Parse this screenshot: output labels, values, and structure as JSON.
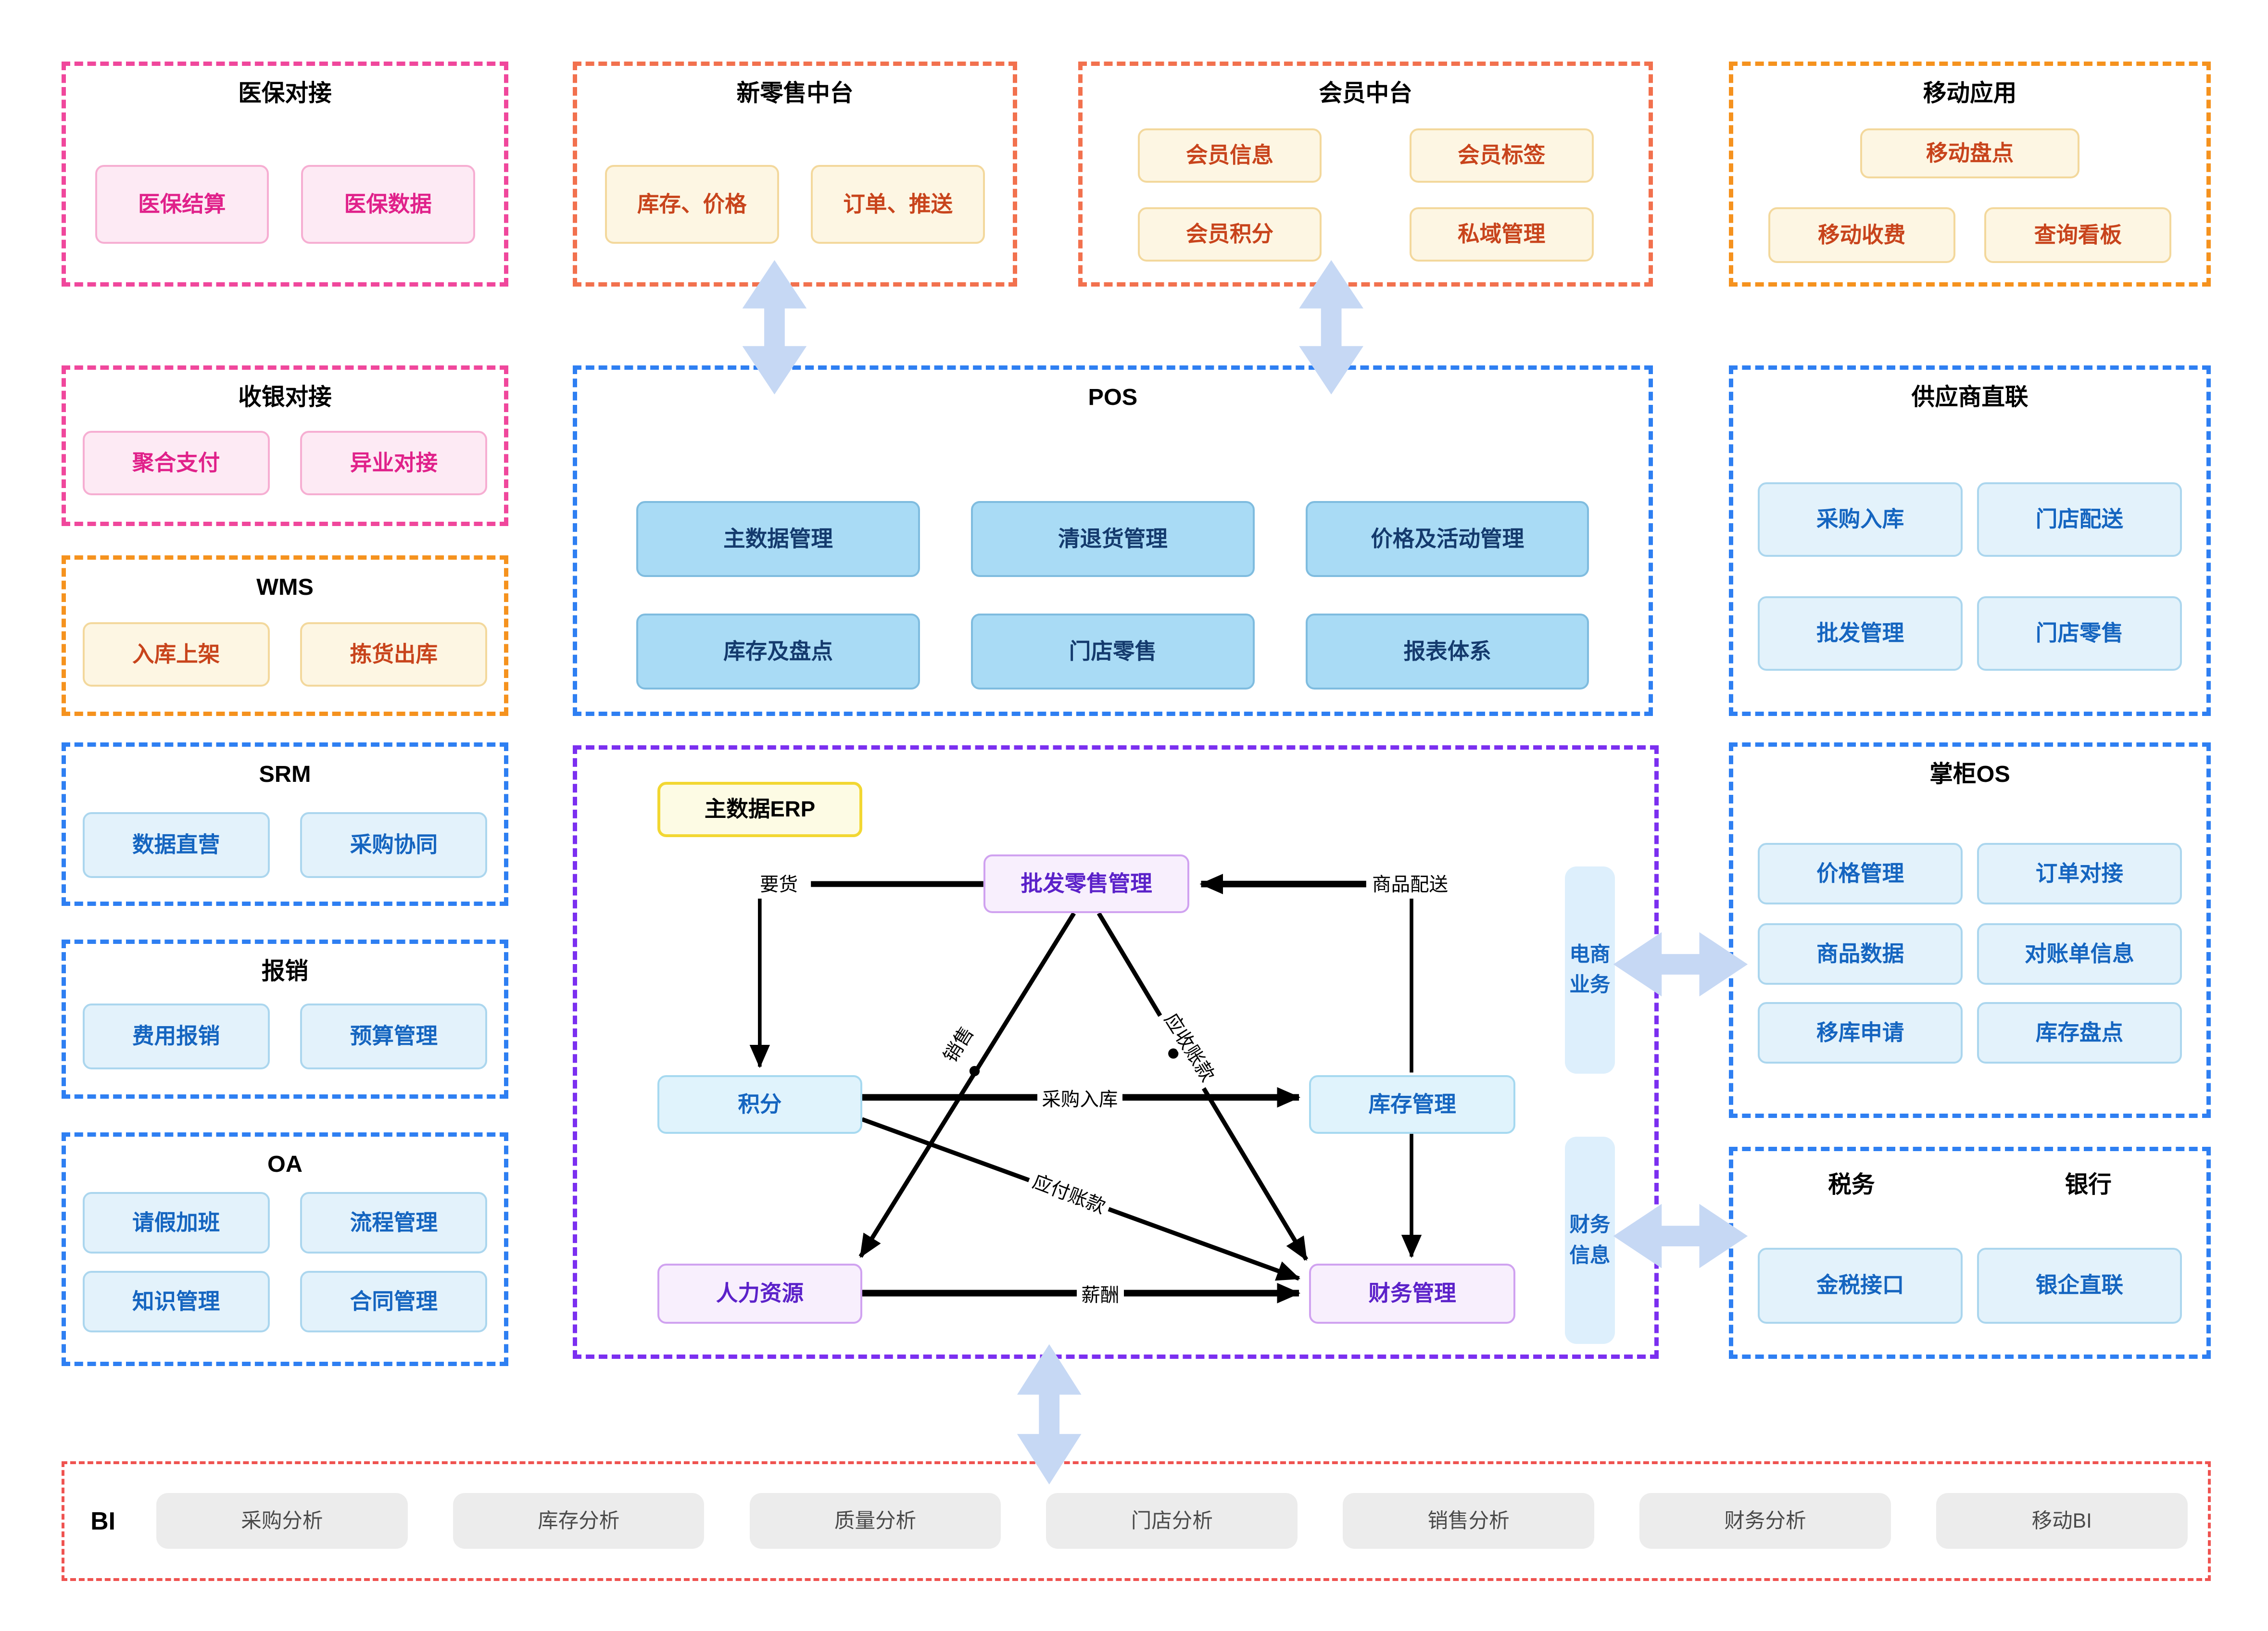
{
  "panels": {
    "yibao": {
      "title": "医保对接",
      "items": [
        "医保结算",
        "医保数据"
      ]
    },
    "shouyin": {
      "title": "收银对接",
      "items": [
        "聚合支付",
        "异业对接"
      ]
    },
    "wms": {
      "title": "WMS",
      "items": [
        "入库上架",
        "拣货出库"
      ]
    },
    "srm": {
      "title": "SRM",
      "items": [
        "数据直营",
        "采购协同"
      ]
    },
    "baoxiao": {
      "title": "报销",
      "items": [
        "费用报销",
        "预算管理"
      ]
    },
    "oa": {
      "title": "OA",
      "items": [
        "请假加班",
        "流程管理",
        "知识管理",
        "合同管理"
      ]
    },
    "xinlingshou": {
      "title": "新零售中台",
      "items": [
        "库存、价格",
        "订单、推送"
      ]
    },
    "huiyuan": {
      "title": "会员中台",
      "items": [
        "会员信息",
        "会员标签",
        "会员积分",
        "私域管理"
      ]
    },
    "yidong": {
      "title": "移动应用",
      "items": [
        "移动盘点",
        "移动收费",
        "查询看板"
      ]
    },
    "pos": {
      "title": "POS",
      "items": [
        "主数据管理",
        "清退货管理",
        "价格及活动管理",
        "库存及盘点",
        "门店零售",
        "报表体系"
      ]
    },
    "gongyingshang": {
      "title": "供应商直联",
      "items": [
        "采购入库",
        "门店配送",
        "批发管理",
        "门店零售"
      ]
    },
    "zhanggui": {
      "title": "掌柜OS",
      "items": [
        "价格管理",
        "订单对接",
        "商品数据",
        "对账单信息",
        "移库申请",
        "库存盘点"
      ]
    },
    "shuiwu": {
      "titles": [
        "税务",
        "银行"
      ],
      "items": [
        "金税接口",
        "银企直联"
      ]
    },
    "bi": {
      "title": "BI",
      "items": [
        "采购分析",
        "库存分析",
        "质量分析",
        "门店分析",
        "销售分析",
        "财务分析",
        "移动BI"
      ]
    }
  },
  "erp": {
    "master": "主数据ERP",
    "nodes": {
      "pifa": "批发零售管理",
      "jifen": "积分",
      "kucun": "库存管理",
      "renli": "人力资源",
      "caiwu": "财务管理"
    },
    "edge_labels": {
      "yaohuo": "要货",
      "peisong": "商品配送",
      "caigou": "采购入库",
      "xiaoshou": "销售",
      "yingshou": "应收账款",
      "yingfu": "应付账款",
      "xinchou": "薪酬"
    },
    "pills": [
      "电商业务",
      "财务信息"
    ]
  },
  "colors": {
    "pink_border": "#f0479c",
    "coral_border": "#f2714e",
    "orange_border": "#f5921e",
    "blue_border": "#2e7ff2",
    "purple_border": "#7b2ff0",
    "red_border": "#ef5350",
    "pink_text": "#e0218a",
    "vermillion_text": "#c8441c",
    "blue_text": "#1565c0",
    "navy_text": "#143a6d",
    "purple_text": "#5b21c9",
    "arrow_fill": "#c6d8f4",
    "yellow_border": "#f2d732"
  }
}
